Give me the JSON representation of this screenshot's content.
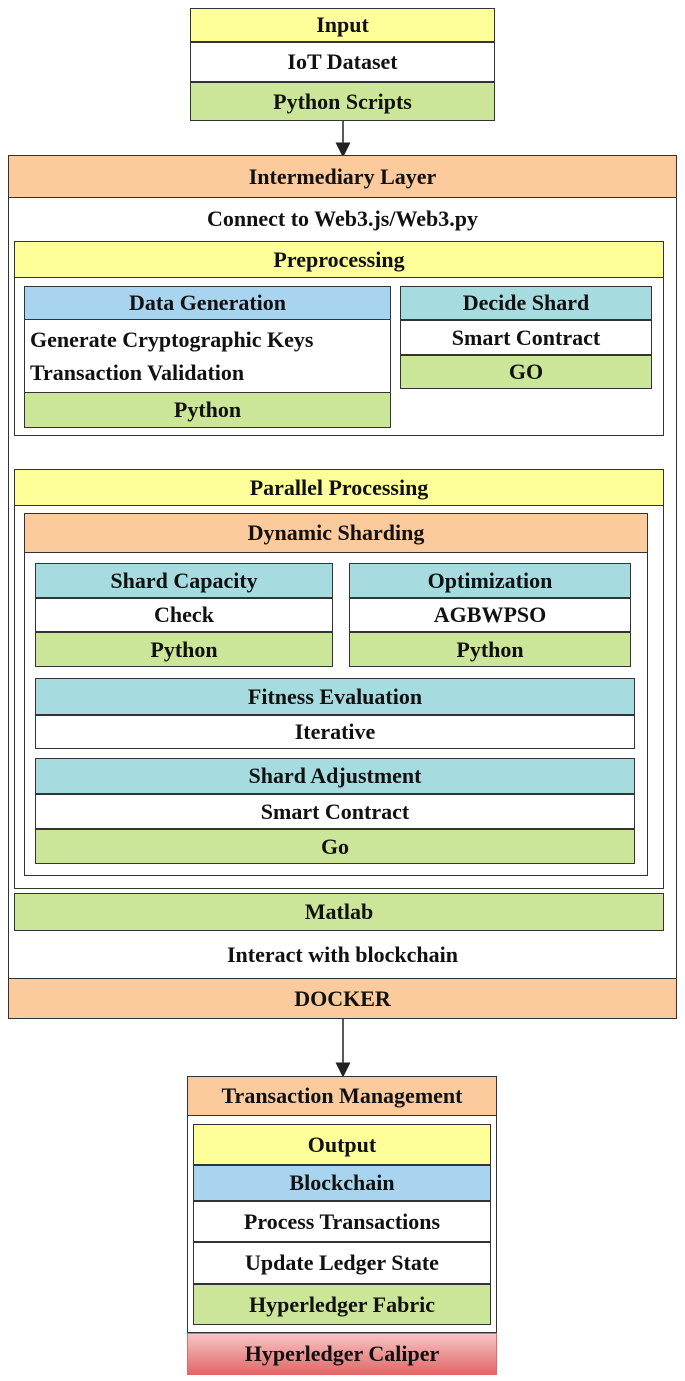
{
  "input": {
    "header": "Input",
    "dataset": "IoT Dataset",
    "scripts": "Python Scripts"
  },
  "intermediary": {
    "header": "Intermediary Layer",
    "connect": "Connect to Web3.js/Web3.py",
    "preprocessing": {
      "header": "Preprocessing",
      "data_generation": {
        "header": "Data Generation",
        "line1": "Generate Cryptographic Keys",
        "line2": "Transaction Validation",
        "footer": "Python"
      },
      "decide_shard": {
        "header": "Decide Shard",
        "line1": "Smart Contract",
        "footer": "GO"
      }
    },
    "parallel": {
      "header": "Parallel Processing",
      "dynamic_sharding": {
        "header": "Dynamic Sharding",
        "shard_capacity": {
          "header": "Shard Capacity",
          "line1": "Check",
          "footer": "Python"
        },
        "optimization": {
          "header": "Optimization",
          "line1": "AGBWPSO",
          "footer": "Python"
        },
        "fitness": {
          "header": "Fitness Evaluation",
          "line1": "Iterative"
        },
        "adjustment": {
          "header": "Shard Adjustment",
          "line1": "Smart Contract",
          "footer": "Go"
        }
      }
    },
    "matlab": "Matlab",
    "interact": "Interact with blockchain",
    "docker": "DOCKER"
  },
  "transaction": {
    "header": "Transaction Management",
    "output": "Output",
    "blockchain": "Blockchain",
    "process": "Process Transactions",
    "update": "Update Ledger State",
    "fabric": "Hyperledger Fabric",
    "caliper": "Hyperledger Caliper"
  },
  "colors": {
    "yellow": "#FFFF99",
    "green": "#CCE699",
    "orange": "#FBCB9E",
    "blue": "#A8D4F0",
    "teal": "#A6DCDF",
    "red": "#E06868"
  }
}
